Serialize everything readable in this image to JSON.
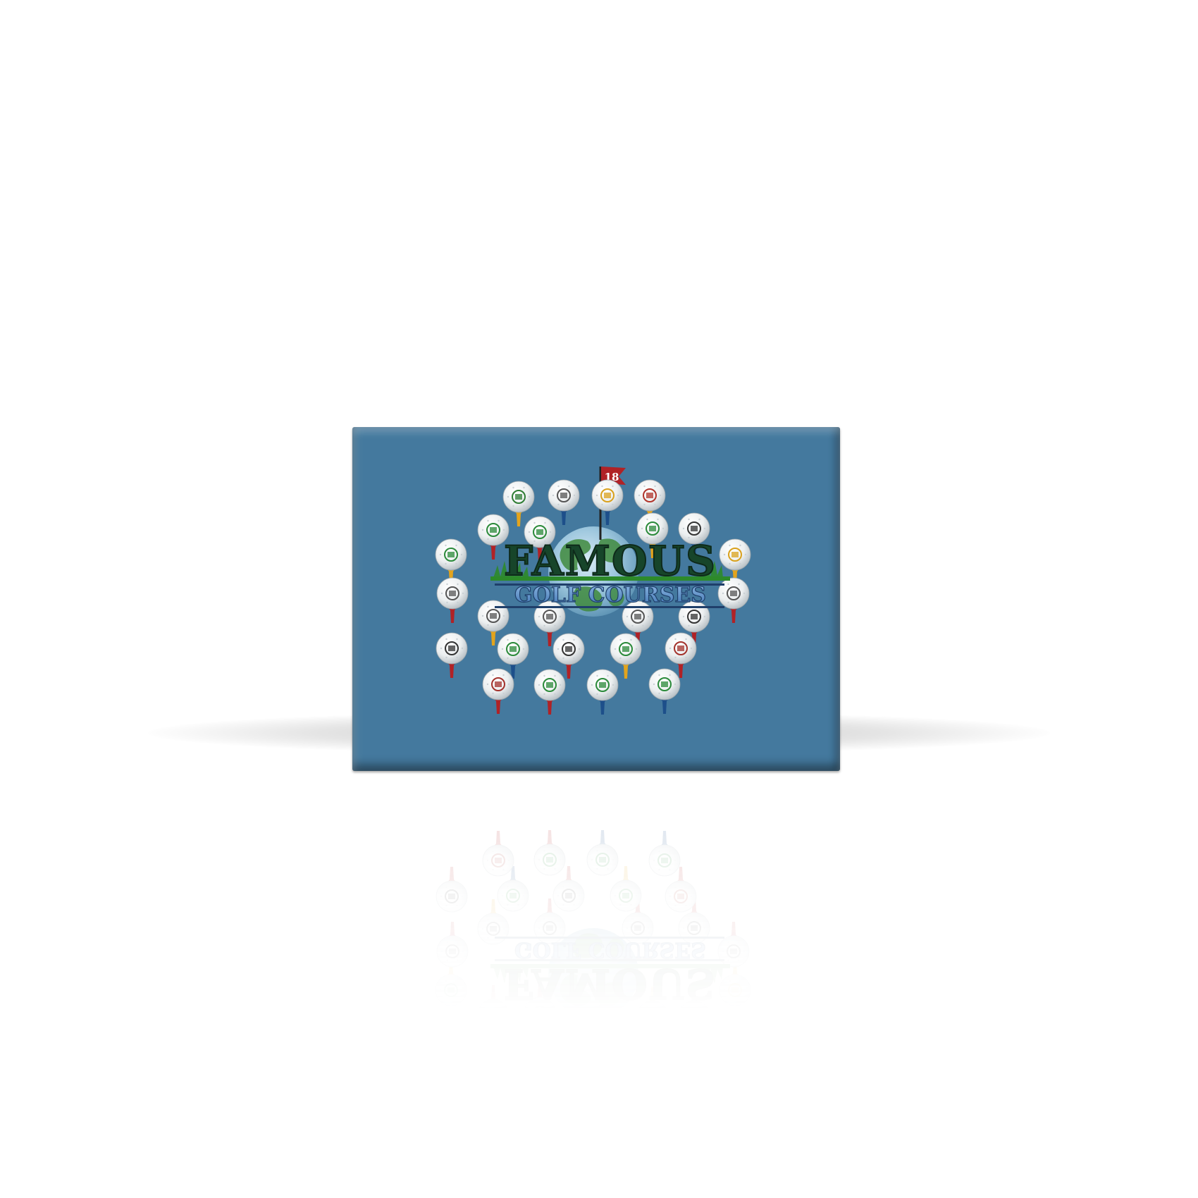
{
  "artwork": {
    "title_line1": "FAMOUS",
    "title_line2": "GOLF COURSES",
    "flag_number": "18"
  },
  "colors": {
    "background": "#ffffff",
    "magnet_blue": "#44799e",
    "title_green": "#17452a",
    "title_outline": "#0e2a1a",
    "subtitle_blue": "#4c86c2",
    "subtitle_outline": "#1f3f6a",
    "flag_red": "#b02226",
    "grass_green": "#2d8a2a",
    "ball_white": "#f1f3f3"
  },
  "balls": [
    {
      "tee": "#e3a41d",
      "logo": "#2f7d34"
    },
    {
      "tee": "#1d4f8a",
      "logo": "#555555"
    },
    {
      "tee": "#1d4f8a",
      "logo": "#d9a11d"
    },
    {
      "tee": "#e3a41d",
      "logo": "#b0342b"
    },
    {
      "tee": "#b02226",
      "logo": "#2b8a3a"
    },
    {
      "tee": "#b02226",
      "logo": "#2b8a3a"
    },
    {
      "tee": "#e3a41d",
      "logo": "#2b8a3a"
    },
    {
      "tee": "#1d4f8a",
      "logo": "#333333"
    },
    {
      "tee": "#e3a41d",
      "logo": "#2b8a3a"
    },
    {
      "tee": "#e3a41d",
      "logo": "#d9a11d"
    },
    {
      "tee": "#b02226",
      "logo": "#555555"
    },
    {
      "tee": "#b02226",
      "logo": "#555555"
    },
    {
      "tee": "#e3a41d",
      "logo": "#555555"
    },
    {
      "tee": "#b02226",
      "logo": "#555555"
    },
    {
      "tee": "#b02226",
      "logo": "#555555"
    },
    {
      "tee": "#b02226",
      "logo": "#333333"
    },
    {
      "tee": "#b02226",
      "logo": "#333333"
    },
    {
      "tee": "#1d4f8a",
      "logo": "#2b8a3a"
    },
    {
      "tee": "#b02226",
      "logo": "#333333"
    },
    {
      "tee": "#e3a41d",
      "logo": "#2b8a3a"
    },
    {
      "tee": "#b02226",
      "logo": "#a3322c"
    },
    {
      "tee": "#b02226",
      "logo": "#a3322c"
    },
    {
      "tee": "#b02226",
      "logo": "#2b8a3a"
    },
    {
      "tee": "#1d4f8a",
      "logo": "#2b8a3a"
    },
    {
      "tee": "#1d4f8a",
      "logo": "#2b8a3a"
    },
    {
      "tee": "#b02226",
      "logo": "#2b8a3a"
    }
  ]
}
